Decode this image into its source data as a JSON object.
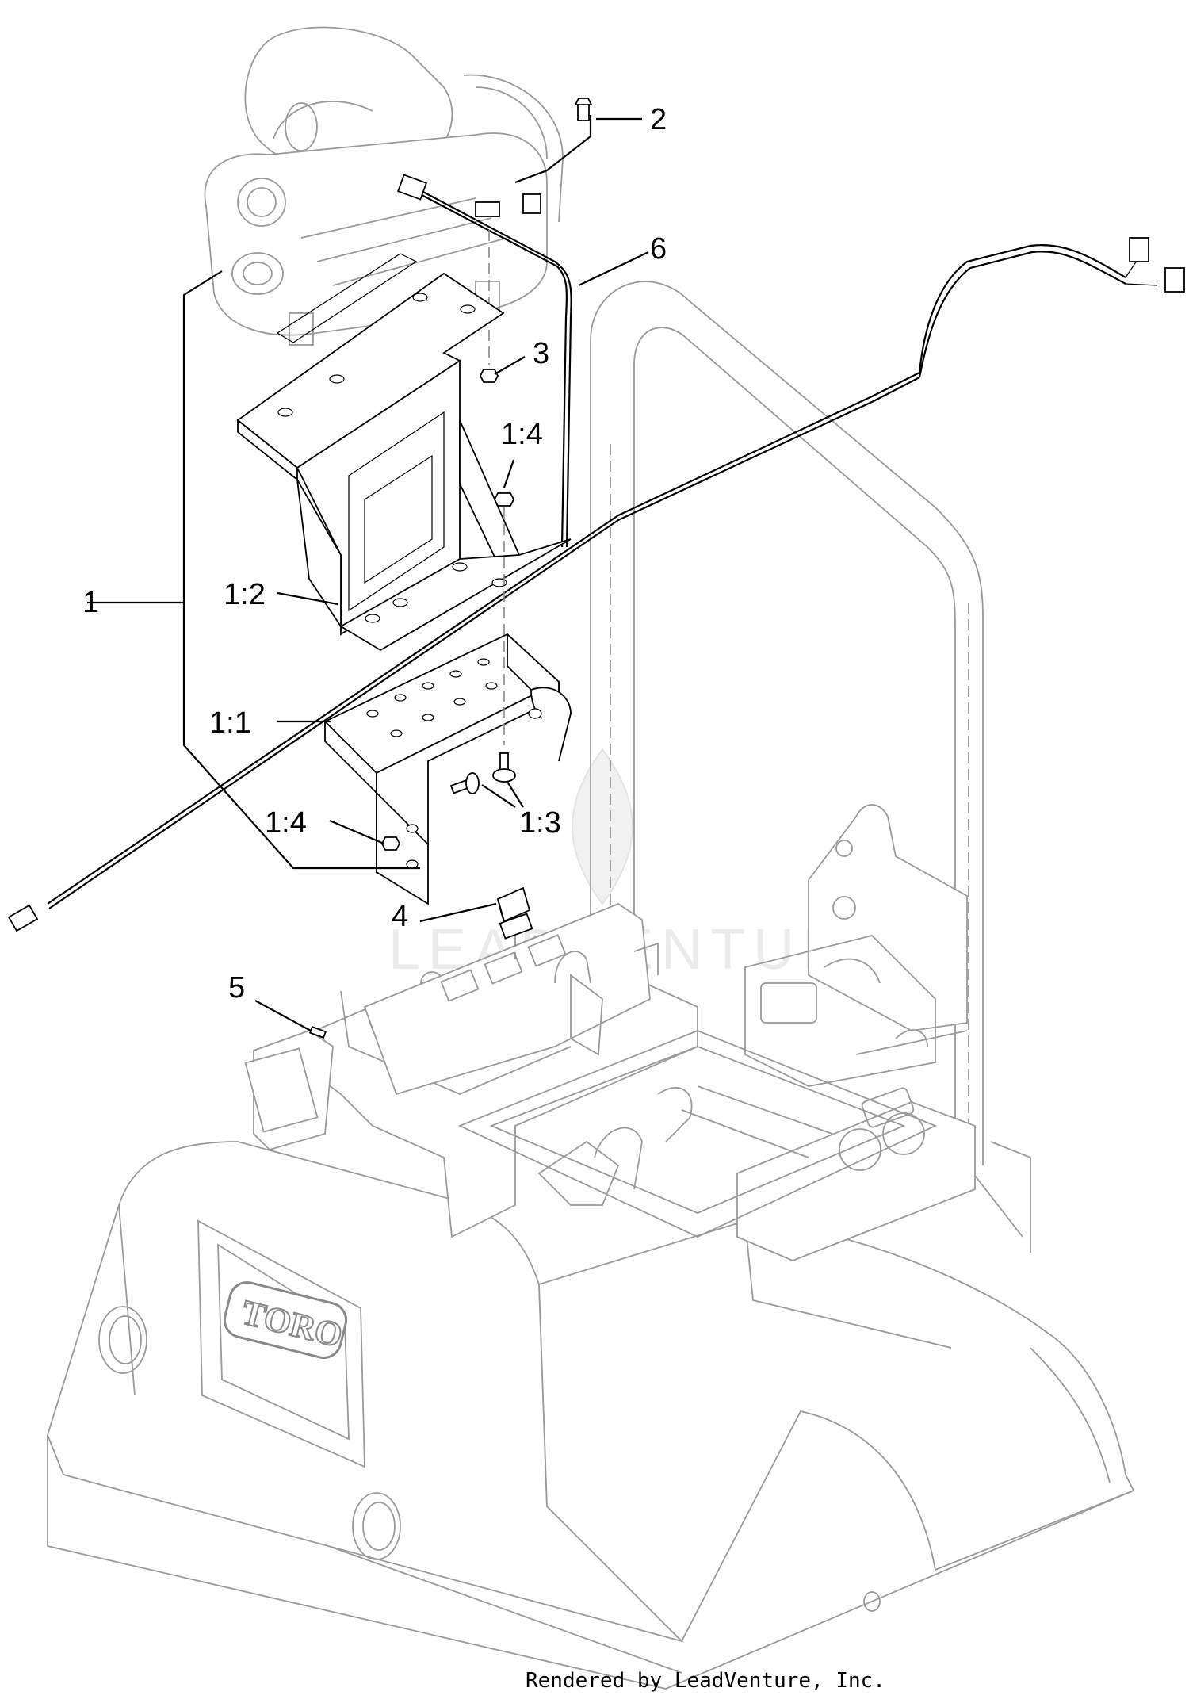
{
  "callouts": {
    "c1": "1",
    "c2": "2",
    "c3": "3",
    "c4": "4",
    "c5": "5",
    "c6": "6",
    "c1_1": "1:1",
    "c1_2": "1:2",
    "c1_3": "1:3",
    "c1_4_top": "1:4",
    "c1_4_bottom": "1:4"
  },
  "branding": {
    "watermark": "LEADVENTURE",
    "hood_logo": "TORO"
  },
  "footer": {
    "credit": "Rendered by LeadVenture, Inc."
  }
}
